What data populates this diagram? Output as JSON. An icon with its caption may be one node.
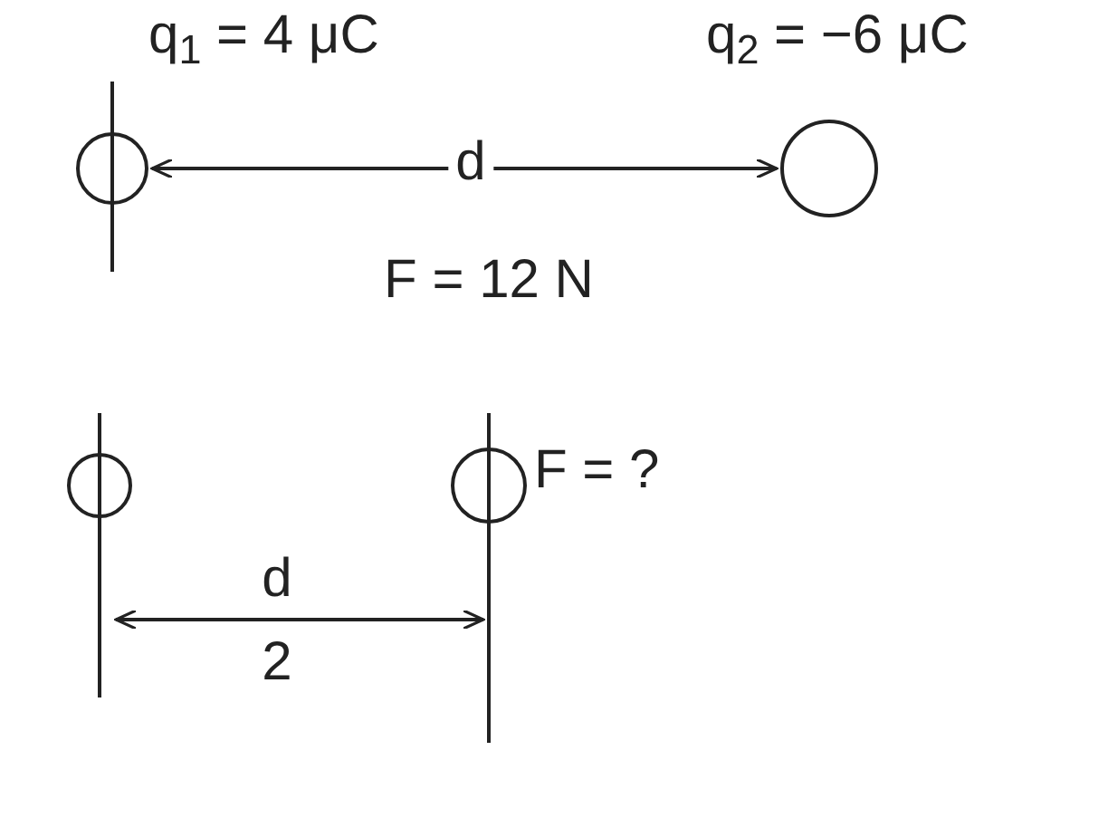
{
  "diagram": {
    "nodes": [
      {
        "text": [],
        "shape": "circle",
        "beside": [
          "q$_{1}$ = 4 μC"
        ]
      },
      {
        "text": [],
        "shape": "circle",
        "beside": [
          "q$_{2}$ = −6 μC"
        ]
      },
      {
        "text": [],
        "shape": "circle"
      },
      {
        "text": [],
        "shape": "circle",
        "beside": [
          "F = ?"
        ]
      }
    ],
    "edges": [
      {
        "from": 0,
        "to": 1,
        "arrow": "both",
        "label": "d"
      }
    ],
    "labels": [
      "F = 12 N",
      "d",
      "2"
    ]
  }
}
